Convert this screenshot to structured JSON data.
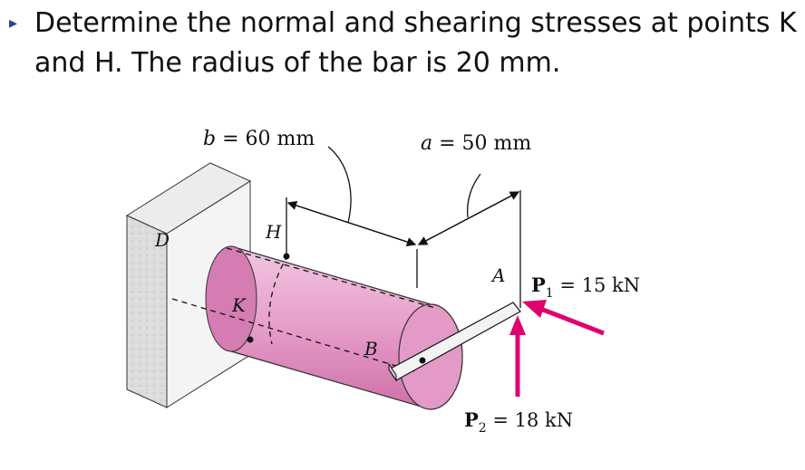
{
  "problem": {
    "bullet": "▸",
    "text": "Determine the normal and shearing stresses at points K and H. The radius of the bar is 20 mm."
  },
  "figure": {
    "dim_b": {
      "var": "b",
      "value": " = 60 mm"
    },
    "dim_a": {
      "var": "a",
      "value": " = 50 mm"
    },
    "points": {
      "D": "D",
      "H": "H",
      "K": "K",
      "A": "A",
      "B": "B"
    },
    "load_P1": {
      "symbol": "P",
      "subscript": "1",
      "value": " = 15 kN"
    },
    "load_P2": {
      "symbol": "P",
      "subscript": "2",
      "value": " = 18 kN"
    },
    "colors": {
      "bar": "#e79bc8",
      "arrow": "#e0006e",
      "wall": "#d8d8d8"
    }
  }
}
